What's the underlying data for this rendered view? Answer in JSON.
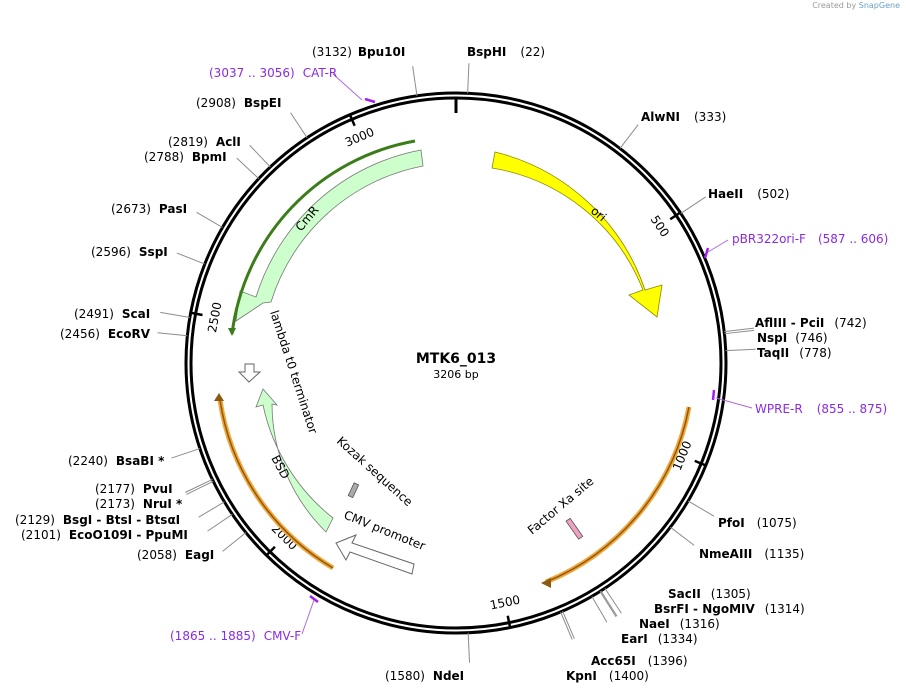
{
  "credit": {
    "prefix": "Created by",
    "brand": "SnapGene"
  },
  "plasmid": {
    "name": "MTK6_013",
    "length_label": "3206 bp",
    "length_bp": 3206
  },
  "tick_labels": [
    {
      "bp": 500,
      "label": "500"
    },
    {
      "bp": 1000,
      "label": "1000"
    },
    {
      "bp": 1500,
      "label": "1500"
    },
    {
      "bp": 2000,
      "label": "2000"
    },
    {
      "bp": 2500,
      "label": "2500"
    },
    {
      "bp": 3000,
      "label": "3000"
    }
  ],
  "sites": [
    {
      "name": "Bpu10I",
      "pos": "(3132)",
      "bp": 3132
    },
    {
      "name": "BspHI",
      "pos": "(22)",
      "bp": 22
    },
    {
      "name": "AlwNI",
      "pos": "(333)",
      "bp": 333
    },
    {
      "name": "HaeII",
      "pos": "(502)",
      "bp": 502
    },
    {
      "name": "AflIII  - PciI",
      "pos": "(742)",
      "bp": 742
    },
    {
      "name": "NspI",
      "pos": "(746)",
      "bp": 746
    },
    {
      "name": "TaqII",
      "pos": "(778)",
      "bp": 778
    },
    {
      "name": "PfoI",
      "pos": "(1075)",
      "bp": 1075
    },
    {
      "name": "NmeAIII",
      "pos": "(1135)",
      "bp": 1135
    },
    {
      "name": "SacII",
      "pos": "(1305)",
      "bp": 1305
    },
    {
      "name": "BsrFI  - NgoMIV",
      "pos": "(1314)",
      "bp": 1314
    },
    {
      "name": "NaeI",
      "pos": "(1316)",
      "bp": 1316
    },
    {
      "name": "EarI",
      "pos": "(1334)",
      "bp": 1334
    },
    {
      "name": "Acc65I",
      "pos": "(1396)",
      "bp": 1396
    },
    {
      "name": "KpnI",
      "pos": "(1400)",
      "bp": 1400
    },
    {
      "name": "NdeI",
      "pos": "(1580)",
      "bp": 1580
    },
    {
      "name": "EagI",
      "pos": "(2058)",
      "bp": 2058
    },
    {
      "name": "EcoO109I  - PpuMI",
      "pos": "(2101)",
      "bp": 2101
    },
    {
      "name": "BsgI  - BtsI  - BtsαI",
      "pos": "(2129)",
      "bp": 2129
    },
    {
      "name": "NruI *",
      "pos": "(2173)",
      "bp": 2173
    },
    {
      "name": "PvuI",
      "pos": "(2177)",
      "bp": 2177
    },
    {
      "name": "BsaBI *",
      "pos": "(2240)",
      "bp": 2240
    },
    {
      "name": "EcoRV",
      "pos": "(2456)",
      "bp": 2456
    },
    {
      "name": "ScaI",
      "pos": "(2491)",
      "bp": 2491
    },
    {
      "name": "SspI",
      "pos": "(2596)",
      "bp": 2596
    },
    {
      "name": "PasI",
      "pos": "(2673)",
      "bp": 2673
    },
    {
      "name": "BpmI",
      "pos": "(2788)",
      "bp": 2788
    },
    {
      "name": "AclI",
      "pos": "(2819)",
      "bp": 2819
    },
    {
      "name": "BspEI",
      "pos": "(2908)",
      "bp": 2908
    }
  ],
  "primers": [
    {
      "name": "CAT-R",
      "range": "(3037 .. 3056)",
      "bp": 3046
    },
    {
      "name": "pBR322ori-F",
      "range": "(587 .. 606)",
      "bp": 596
    },
    {
      "name": "WPRE-R",
      "range": "(855 .. 875)",
      "bp": 865
    },
    {
      "name": "CMV-F",
      "range": "(1865 .. 1885)",
      "bp": 1875
    }
  ],
  "features": {
    "ori": "ori",
    "cmr": "CmR",
    "bsd": "BSD",
    "lambda": "lambda t0 terminator",
    "cmv": "CMV promoter",
    "kozak": "Kozak sequence",
    "factorxa": "Factor Xa site"
  },
  "colors": {
    "ori": "#ffff00",
    "marker": "#ccffcc",
    "frame": "#f4a63a",
    "primer": "#a020f0",
    "factorxa": "#f0a0c0",
    "backbone": "#000000"
  }
}
